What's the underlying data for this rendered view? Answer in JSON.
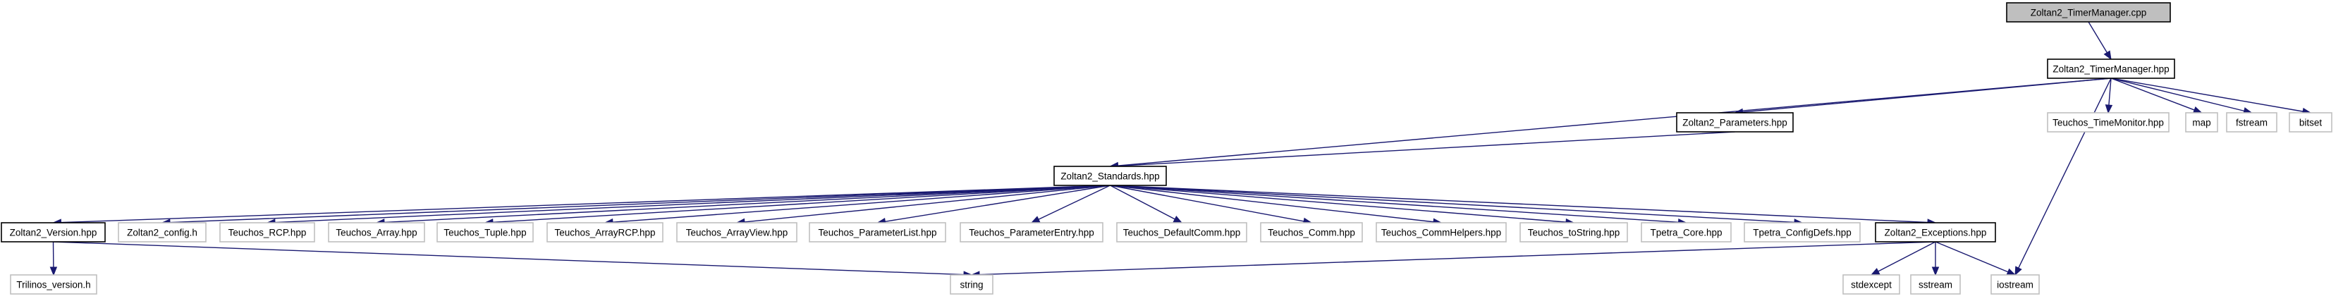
{
  "colors": {
    "edge": "#191970",
    "border_strong": "#000000",
    "border_light": "#bfbfbf",
    "root_fill": "#bfbfbf",
    "fill": "#ffffff"
  },
  "nodes": [
    {
      "id": "n0",
      "label": "Zoltan2_TimerManager.cpp",
      "style": "root"
    },
    {
      "id": "n1",
      "label": "Zoltan2_TimerManager.hpp",
      "style": "strong"
    },
    {
      "id": "n2",
      "label": "Zoltan2_Parameters.hpp",
      "style": "strong"
    },
    {
      "id": "n3",
      "label": "Teuchos_TimeMonitor.hpp",
      "style": "light"
    },
    {
      "id": "n4",
      "label": "map",
      "style": "light"
    },
    {
      "id": "n5",
      "label": "fstream",
      "style": "light"
    },
    {
      "id": "n6",
      "label": "bitset",
      "style": "light"
    },
    {
      "id": "n7",
      "label": "Zoltan2_Standards.hpp",
      "style": "strong"
    },
    {
      "id": "n8",
      "label": "Zoltan2_Version.hpp",
      "style": "strong"
    },
    {
      "id": "n9",
      "label": "Zoltan2_config.h",
      "style": "light"
    },
    {
      "id": "n10",
      "label": "Teuchos_RCP.hpp",
      "style": "light"
    },
    {
      "id": "n11",
      "label": "Teuchos_Array.hpp",
      "style": "light"
    },
    {
      "id": "n12",
      "label": "Teuchos_Tuple.hpp",
      "style": "light"
    },
    {
      "id": "n13",
      "label": "Teuchos_ArrayRCP.hpp",
      "style": "light"
    },
    {
      "id": "n14",
      "label": "Teuchos_ArrayView.hpp",
      "style": "light"
    },
    {
      "id": "n15",
      "label": "Teuchos_ParameterList.hpp",
      "style": "light"
    },
    {
      "id": "n16",
      "label": "Teuchos_ParameterEntry.hpp",
      "style": "light"
    },
    {
      "id": "n17",
      "label": "Teuchos_DefaultComm.hpp",
      "style": "light"
    },
    {
      "id": "n18",
      "label": "Teuchos_Comm.hpp",
      "style": "light"
    },
    {
      "id": "n19",
      "label": "Teuchos_CommHelpers.hpp",
      "style": "light"
    },
    {
      "id": "n20",
      "label": "Teuchos_toString.hpp",
      "style": "light"
    },
    {
      "id": "n21",
      "label": "Tpetra_Core.hpp",
      "style": "light"
    },
    {
      "id": "n22",
      "label": "Tpetra_ConfigDefs.hpp",
      "style": "light"
    },
    {
      "id": "n23",
      "label": "Zoltan2_Exceptions.hpp",
      "style": "strong"
    },
    {
      "id": "n24",
      "label": "Trilinos_version.h",
      "style": "light"
    },
    {
      "id": "n25",
      "label": "string",
      "style": "light"
    },
    {
      "id": "n26",
      "label": "stdexcept",
      "style": "light"
    },
    {
      "id": "n27",
      "label": "sstream",
      "style": "light"
    },
    {
      "id": "n28",
      "label": "iostream",
      "style": "light"
    }
  ],
  "edges": [
    [
      "n0",
      "n1"
    ],
    [
      "n1",
      "n2"
    ],
    [
      "n1",
      "n3"
    ],
    [
      "n1",
      "n4"
    ],
    [
      "n1",
      "n5"
    ],
    [
      "n1",
      "n6"
    ],
    [
      "n1",
      "n7"
    ],
    [
      "n1",
      "n28"
    ],
    [
      "n2",
      "n7"
    ],
    [
      "n7",
      "n8"
    ],
    [
      "n7",
      "n9"
    ],
    [
      "n7",
      "n10"
    ],
    [
      "n7",
      "n11"
    ],
    [
      "n7",
      "n12"
    ],
    [
      "n7",
      "n13"
    ],
    [
      "n7",
      "n14"
    ],
    [
      "n7",
      "n15"
    ],
    [
      "n7",
      "n16"
    ],
    [
      "n7",
      "n17"
    ],
    [
      "n7",
      "n18"
    ],
    [
      "n7",
      "n19"
    ],
    [
      "n7",
      "n20"
    ],
    [
      "n7",
      "n21"
    ],
    [
      "n7",
      "n22"
    ],
    [
      "n7",
      "n23"
    ],
    [
      "n8",
      "n24"
    ],
    [
      "n8",
      "n25"
    ],
    [
      "n23",
      "n25"
    ],
    [
      "n23",
      "n26"
    ],
    [
      "n23",
      "n27"
    ],
    [
      "n23",
      "n28"
    ]
  ]
}
